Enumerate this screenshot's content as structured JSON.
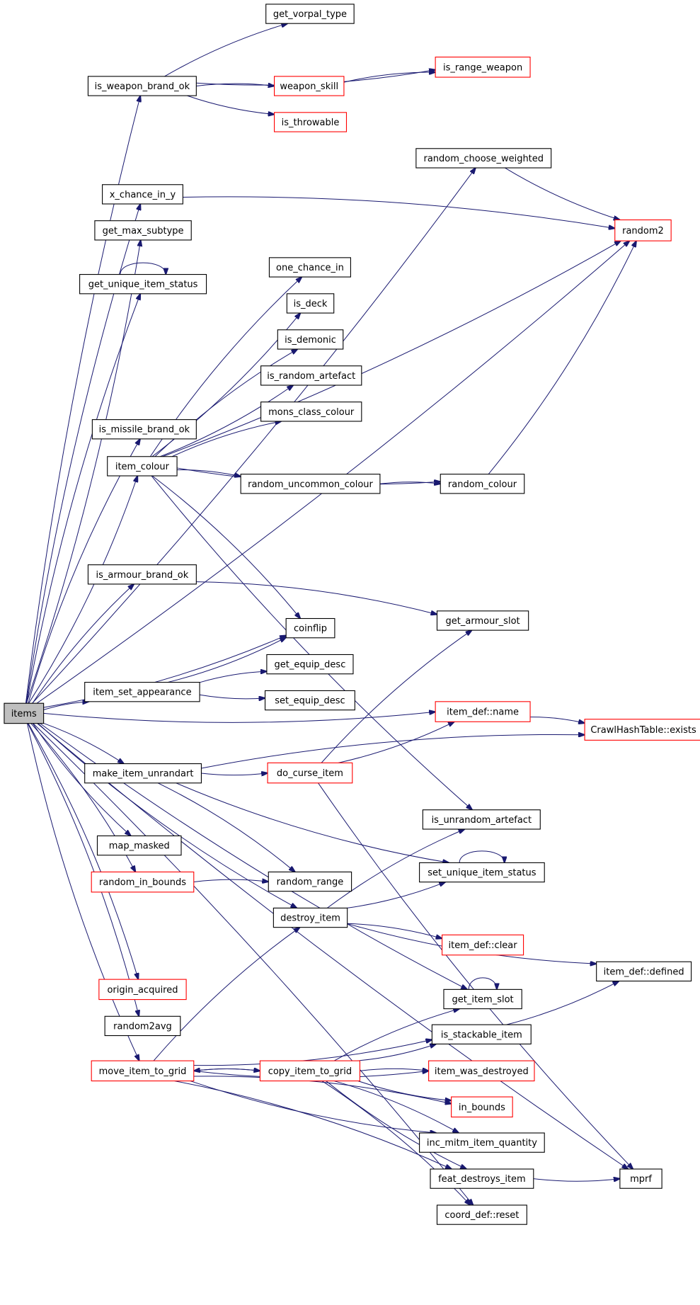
{
  "nodes": [
    {
      "id": "items",
      "label": "items",
      "style": "root"
    },
    {
      "id": "get_vorpal_type",
      "label": "get_vorpal_type",
      "style": "black"
    },
    {
      "id": "is_weapon_brand_ok",
      "label": "is_weapon_brand_ok",
      "style": "black"
    },
    {
      "id": "is_range_weapon",
      "label": "is_range_weapon",
      "style": "red"
    },
    {
      "id": "weapon_skill",
      "label": "weapon_skill",
      "style": "red"
    },
    {
      "id": "is_throwable",
      "label": "is_throwable",
      "style": "red"
    },
    {
      "id": "random_choose_weighted",
      "label": "random_choose_weighted",
      "style": "black"
    },
    {
      "id": "x_chance_in_y",
      "label": "x_chance_in_y",
      "style": "black"
    },
    {
      "id": "random2",
      "label": "random2",
      "style": "red"
    },
    {
      "id": "get_max_subtype",
      "label": "get_max_subtype",
      "style": "black"
    },
    {
      "id": "get_unique_item_status",
      "label": "get_unique_item_status",
      "style": "black"
    },
    {
      "id": "one_chance_in",
      "label": "one_chance_in",
      "style": "black"
    },
    {
      "id": "is_deck",
      "label": "is_deck",
      "style": "black"
    },
    {
      "id": "is_demonic",
      "label": "is_demonic",
      "style": "black"
    },
    {
      "id": "is_random_artefact",
      "label": "is_random_artefact",
      "style": "black"
    },
    {
      "id": "mons_class_colour",
      "label": "mons_class_colour",
      "style": "black"
    },
    {
      "id": "is_missile_brand_ok",
      "label": "is_missile_brand_ok",
      "style": "black"
    },
    {
      "id": "item_colour",
      "label": "item_colour",
      "style": "black"
    },
    {
      "id": "random_uncommon_colour",
      "label": "random_uncommon_colour",
      "style": "black"
    },
    {
      "id": "random_colour",
      "label": "random_colour",
      "style": "black"
    },
    {
      "id": "is_armour_brand_ok",
      "label": "is_armour_brand_ok",
      "style": "black"
    },
    {
      "id": "get_armour_slot",
      "label": "get_armour_slot",
      "style": "black"
    },
    {
      "id": "coinflip",
      "label": "coinflip",
      "style": "black"
    },
    {
      "id": "get_equip_desc",
      "label": "get_equip_desc",
      "style": "black"
    },
    {
      "id": "item_set_appearance",
      "label": "item_set_appearance",
      "style": "black"
    },
    {
      "id": "set_equip_desc",
      "label": "set_equip_desc",
      "style": "black"
    },
    {
      "id": "item_def_name",
      "label": "item_def::name",
      "style": "red"
    },
    {
      "id": "crawlhashtable_exists",
      "label": "CrawlHashTable::exists",
      "style": "red"
    },
    {
      "id": "make_item_unrandart",
      "label": "make_item_unrandart",
      "style": "black"
    },
    {
      "id": "do_curse_item",
      "label": "do_curse_item",
      "style": "red"
    },
    {
      "id": "is_unrandom_artefact",
      "label": "is_unrandom_artefact",
      "style": "black"
    },
    {
      "id": "map_masked",
      "label": "map_masked",
      "style": "black"
    },
    {
      "id": "set_unique_item_status",
      "label": "set_unique_item_status",
      "style": "black"
    },
    {
      "id": "random_in_bounds",
      "label": "random_in_bounds",
      "style": "red"
    },
    {
      "id": "random_range",
      "label": "random_range",
      "style": "black"
    },
    {
      "id": "destroy_item",
      "label": "destroy_item",
      "style": "black"
    },
    {
      "id": "item_def_clear",
      "label": "item_def::clear",
      "style": "red"
    },
    {
      "id": "item_def_defined",
      "label": "item_def::defined",
      "style": "black"
    },
    {
      "id": "origin_acquired",
      "label": "origin_acquired",
      "style": "red"
    },
    {
      "id": "get_item_slot",
      "label": "get_item_slot",
      "style": "black"
    },
    {
      "id": "random2avg",
      "label": "random2avg",
      "style": "black"
    },
    {
      "id": "is_stackable_item",
      "label": "is_stackable_item",
      "style": "black"
    },
    {
      "id": "move_item_to_grid",
      "label": "move_item_to_grid",
      "style": "red"
    },
    {
      "id": "copy_item_to_grid",
      "label": "copy_item_to_grid",
      "style": "red"
    },
    {
      "id": "item_was_destroyed",
      "label": "item_was_destroyed",
      "style": "red"
    },
    {
      "id": "in_bounds",
      "label": "in_bounds",
      "style": "red"
    },
    {
      "id": "inc_mitm_item_quantity",
      "label": "inc_mitm_item_quantity",
      "style": "black"
    },
    {
      "id": "feat_destroys_item",
      "label": "feat_destroys_item",
      "style": "black"
    },
    {
      "id": "mprf",
      "label": "mprf",
      "style": "black"
    },
    {
      "id": "coord_def_reset",
      "label": "coord_def::reset",
      "style": "black"
    }
  ],
  "edges": [
    [
      "items",
      "is_weapon_brand_ok"
    ],
    [
      "items",
      "random_choose_weighted"
    ],
    [
      "items",
      "x_chance_in_y"
    ],
    [
      "items",
      "get_max_subtype"
    ],
    [
      "items",
      "get_unique_item_status"
    ],
    [
      "items",
      "random2"
    ],
    [
      "items",
      "is_missile_brand_ok"
    ],
    [
      "items",
      "item_colour"
    ],
    [
      "items",
      "is_armour_brand_ok"
    ],
    [
      "items",
      "coinflip"
    ],
    [
      "items",
      "item_set_appearance"
    ],
    [
      "items",
      "item_def_name"
    ],
    [
      "items",
      "make_item_unrandart"
    ],
    [
      "items",
      "map_masked"
    ],
    [
      "items",
      "random_in_bounds"
    ],
    [
      "items",
      "destroy_item"
    ],
    [
      "items",
      "origin_acquired"
    ],
    [
      "items",
      "get_item_slot"
    ],
    [
      "items",
      "random2avg"
    ],
    [
      "items",
      "move_item_to_grid"
    ],
    [
      "items",
      "coord_def_reset"
    ],
    [
      "items",
      "mprf"
    ],
    [
      "is_weapon_brand_ok",
      "get_vorpal_type"
    ],
    [
      "is_weapon_brand_ok",
      "is_range_weapon"
    ],
    [
      "is_weapon_brand_ok",
      "weapon_skill"
    ],
    [
      "is_weapon_brand_ok",
      "is_throwable"
    ],
    [
      "weapon_skill",
      "is_range_weapon"
    ],
    [
      "random_choose_weighted",
      "random2"
    ],
    [
      "x_chance_in_y",
      "random2"
    ],
    [
      "get_unique_item_status",
      "get_unique_item_status"
    ],
    [
      "item_colour",
      "one_chance_in"
    ],
    [
      "item_colour",
      "is_deck"
    ],
    [
      "item_colour",
      "is_demonic"
    ],
    [
      "item_colour",
      "is_random_artefact"
    ],
    [
      "item_colour",
      "mons_class_colour"
    ],
    [
      "item_colour",
      "random2"
    ],
    [
      "item_colour",
      "random_uncommon_colour"
    ],
    [
      "item_colour",
      "random_colour"
    ],
    [
      "item_colour",
      "coinflip"
    ],
    [
      "item_colour",
      "is_unrandom_artefact"
    ],
    [
      "random_uncommon_colour",
      "random_colour"
    ],
    [
      "random_colour",
      "random2"
    ],
    [
      "is_armour_brand_ok",
      "get_armour_slot"
    ],
    [
      "item_set_appearance",
      "coinflip"
    ],
    [
      "item_set_appearance",
      "get_equip_desc"
    ],
    [
      "item_set_appearance",
      "set_equip_desc"
    ],
    [
      "item_def_name",
      "crawlhashtable_exists"
    ],
    [
      "make_item_unrandart",
      "do_curse_item"
    ],
    [
      "make_item_unrandart",
      "crawlhashtable_exists"
    ],
    [
      "make_item_unrandart",
      "set_unique_item_status"
    ],
    [
      "make_item_unrandart",
      "random_range"
    ],
    [
      "do_curse_item",
      "item_def_name"
    ],
    [
      "do_curse_item",
      "get_armour_slot"
    ],
    [
      "do_curse_item",
      "mprf"
    ],
    [
      "random_in_bounds",
      "random_range"
    ],
    [
      "set_unique_item_status",
      "set_unique_item_status"
    ],
    [
      "destroy_item",
      "is_unrandom_artefact"
    ],
    [
      "destroy_item",
      "set_unique_item_status"
    ],
    [
      "destroy_item",
      "item_def_clear"
    ],
    [
      "destroy_item",
      "item_def_defined"
    ],
    [
      "get_item_slot",
      "get_item_slot"
    ],
    [
      "is_stackable_item",
      "item_def_defined"
    ],
    [
      "move_item_to_grid",
      "destroy_item"
    ],
    [
      "move_item_to_grid",
      "is_stackable_item"
    ],
    [
      "move_item_to_grid",
      "copy_item_to_grid"
    ],
    [
      "move_item_to_grid",
      "item_was_destroyed"
    ],
    [
      "move_item_to_grid",
      "in_bounds"
    ],
    [
      "move_item_to_grid",
      "inc_mitm_item_quantity"
    ],
    [
      "move_item_to_grid",
      "feat_destroys_item"
    ],
    [
      "copy_item_to_grid",
      "move_item_to_grid"
    ],
    [
      "copy_item_to_grid",
      "get_item_slot"
    ],
    [
      "copy_item_to_grid",
      "is_stackable_item"
    ],
    [
      "copy_item_to_grid",
      "item_was_destroyed"
    ],
    [
      "copy_item_to_grid",
      "in_bounds"
    ],
    [
      "copy_item_to_grid",
      "inc_mitm_item_quantity"
    ],
    [
      "copy_item_to_grid",
      "feat_destroys_item"
    ],
    [
      "copy_item_to_grid",
      "coord_def_reset"
    ],
    [
      "feat_destroys_item",
      "mprf"
    ]
  ]
}
